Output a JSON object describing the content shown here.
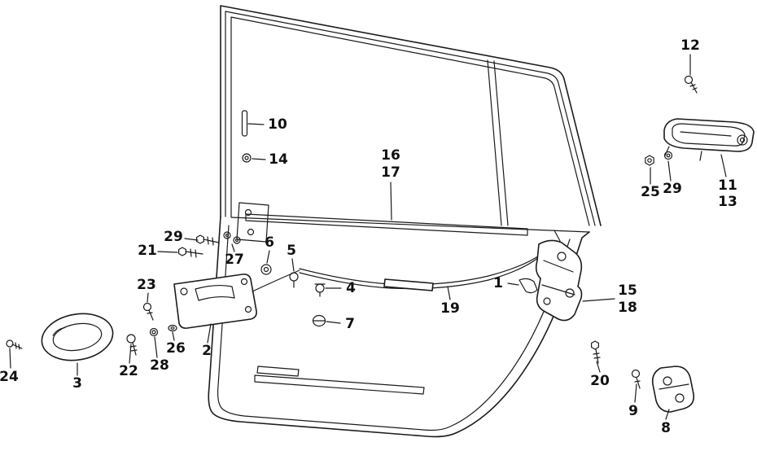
{
  "page": {
    "background": "#ffffff",
    "line_color": "#1b1b1b",
    "text_color": "#111111"
  },
  "diagram": {
    "kind": "exploded-parts-diagram",
    "description": "Line-art exploded parts diagram of a car rear door (inner view) with numbered callouts",
    "callouts": [
      {
        "label": "10"
      },
      {
        "label": "14"
      },
      {
        "label": "16"
      },
      {
        "label": "17"
      },
      {
        "label": "12"
      },
      {
        "label": "11"
      },
      {
        "label": "13"
      },
      {
        "label": "25"
      },
      {
        "label": "29"
      },
      {
        "label": "29"
      },
      {
        "label": "21"
      },
      {
        "label": "27"
      },
      {
        "label": "6"
      },
      {
        "label": "5"
      },
      {
        "label": "23"
      },
      {
        "label": "3"
      },
      {
        "label": "24"
      },
      {
        "label": "22"
      },
      {
        "label": "26"
      },
      {
        "label": "28"
      },
      {
        "label": "2"
      },
      {
        "label": "4"
      },
      {
        "label": "7"
      },
      {
        "label": "19"
      },
      {
        "label": "1"
      },
      {
        "label": "15"
      },
      {
        "label": "18"
      },
      {
        "label": "20"
      },
      {
        "label": "9"
      },
      {
        "label": "8"
      }
    ]
  }
}
